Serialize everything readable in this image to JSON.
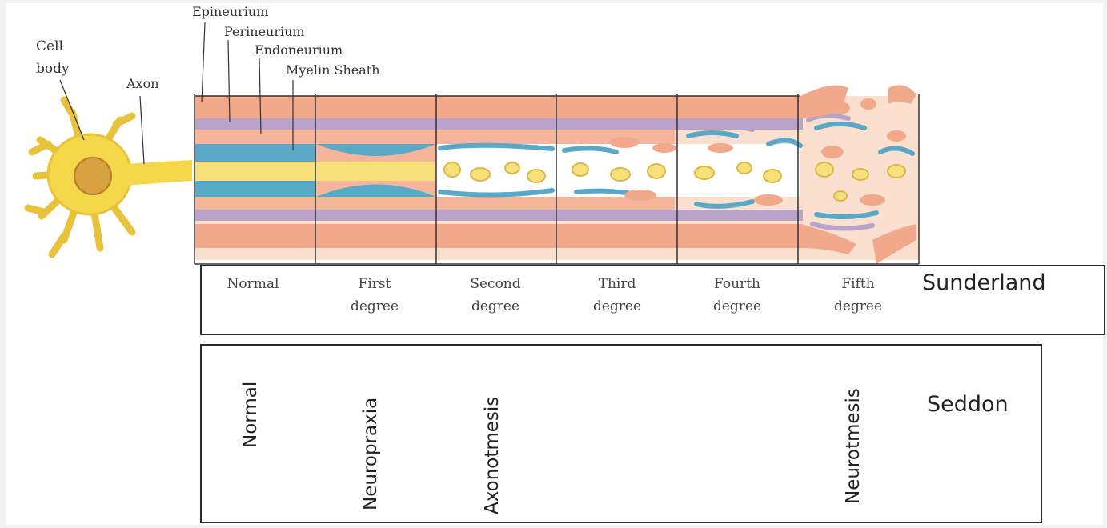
{
  "structure_labels": {
    "cell_body_line1": "Cell",
    "cell_body_line2": "body",
    "axon": "Axon",
    "epineurium": "Epineurium",
    "perineurium": "Perineurium",
    "endoneurium": "Endoneurium",
    "myelin_sheath": "Myelin Sheath"
  },
  "sunderland": {
    "title": "Sunderland",
    "grades": [
      {
        "line1": "Normal",
        "line2": ""
      },
      {
        "line1": "First",
        "line2": "degree"
      },
      {
        "line1": "Second",
        "line2": "degree"
      },
      {
        "line1": "Third",
        "line2": "degree"
      },
      {
        "line1": "Fourth",
        "line2": "degree"
      },
      {
        "line1": "Fifth",
        "line2": "degree"
      }
    ]
  },
  "seddon": {
    "title": "Seddon",
    "grades": [
      "Normal",
      "Neuropraxia",
      "Axonotmesis",
      "Neurotmesis"
    ]
  },
  "colors": {
    "epineurium": "#f2a88a",
    "perineurium": "#b9a3c8",
    "myelin": "#5aa8c8",
    "axon": "#f7e07a",
    "cell": "#f5d84a"
  }
}
